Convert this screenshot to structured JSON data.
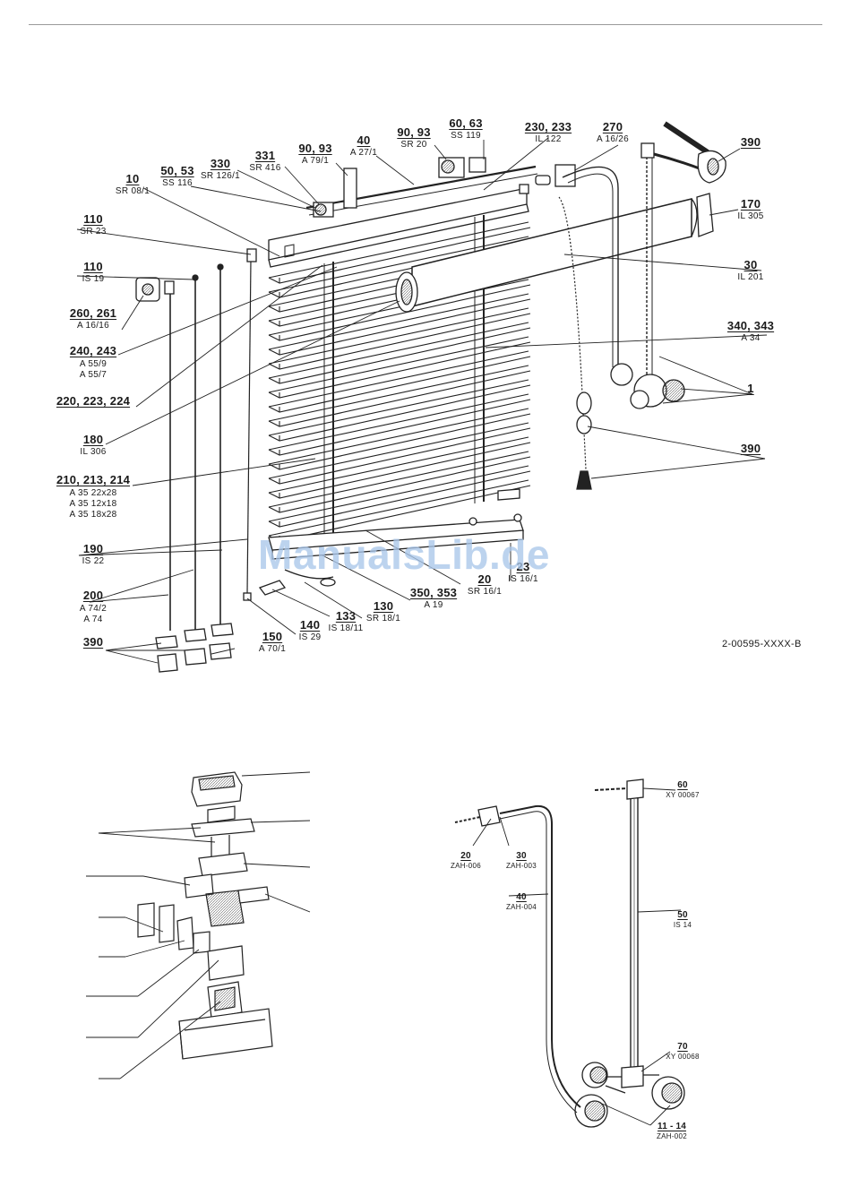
{
  "diagram_ref": "2-00595-XXXX-B",
  "watermark": "ManualsLib.de",
  "top_callouts": [
    {
      "id": "p10",
      "num": "10",
      "code": "SR 08/1"
    },
    {
      "id": "p50",
      "num": "50, 53",
      "code": "SS 116"
    },
    {
      "id": "p330",
      "num": "330",
      "code": "SR 126/1"
    },
    {
      "id": "p331",
      "num": "331",
      "code": "SR 416"
    },
    {
      "id": "p90a",
      "num": "90, 93",
      "code": "A 79/1"
    },
    {
      "id": "p40",
      "num": "40",
      "code": "A 27/1"
    },
    {
      "id": "p90b",
      "num": "90, 93",
      "code": "SR 20"
    },
    {
      "id": "p60",
      "num": "60, 63",
      "code": "SS 119"
    },
    {
      "id": "p230",
      "num": "230, 233",
      "code": "IL 122"
    },
    {
      "id": "p270",
      "num": "270",
      "code": "A 16/26"
    },
    {
      "id": "p390a",
      "num": "390",
      "code": ""
    },
    {
      "id": "p170",
      "num": "170",
      "code": "IL 305"
    },
    {
      "id": "p110a",
      "num": "110",
      "code": "SR 23"
    },
    {
      "id": "p110b",
      "num": "110",
      "code": "IS 19"
    },
    {
      "id": "p30",
      "num": "30",
      "code": "IL 201"
    },
    {
      "id": "p260",
      "num": "260, 261",
      "code": "A 16/16"
    },
    {
      "id": "p340",
      "num": "340, 343",
      "code": "A 34"
    },
    {
      "id": "p240",
      "num": "240, 243",
      "code": "A 55/9\nA 55/7"
    },
    {
      "id": "p1",
      "num": "1",
      "code": ""
    },
    {
      "id": "p220",
      "num": "220, 223, 224",
      "code": ""
    },
    {
      "id": "p390b",
      "num": "390",
      "code": ""
    },
    {
      "id": "p180",
      "num": "180",
      "code": "IL 306"
    },
    {
      "id": "p210",
      "num": "210, 213, 214",
      "code": "A 35 22x28\nA 35 12x18\nA 35 18x28"
    },
    {
      "id": "p190",
      "num": "190",
      "code": "IS 22"
    },
    {
      "id": "p20",
      "num": "20",
      "code": "SR 16/1"
    },
    {
      "id": "p23",
      "num": "23",
      "code": "IS 16/1"
    },
    {
      "id": "p200",
      "num": "200",
      "code": "A 74/2\nA 74"
    },
    {
      "id": "p350",
      "num": "350, 353",
      "code": "A 19"
    },
    {
      "id": "p130",
      "num": "130",
      "code": "SR 18/1"
    },
    {
      "id": "p133",
      "num": "133",
      "code": "IS 18/11"
    },
    {
      "id": "p140",
      "num": "140",
      "code": "IS 29"
    },
    {
      "id": "p150",
      "num": "150",
      "code": "A 70/1"
    },
    {
      "id": "p390c",
      "num": "390",
      "code": ""
    }
  ],
  "bottom_right_callouts": [
    {
      "id": "q60",
      "num": "60",
      "code": "XY 00067"
    },
    {
      "id": "q20",
      "num": "20",
      "code": "ZAH-006"
    },
    {
      "id": "q30",
      "num": "30",
      "code": "ZAH-003"
    },
    {
      "id": "q40",
      "num": "40",
      "code": "ZAH-004"
    },
    {
      "id": "q50",
      "num": "50",
      "code": "IS 14"
    },
    {
      "id": "q70",
      "num": "70",
      "code": "XY 00068"
    },
    {
      "id": "q11",
      "num": "11 - 14",
      "code": "ZAH-002"
    }
  ]
}
